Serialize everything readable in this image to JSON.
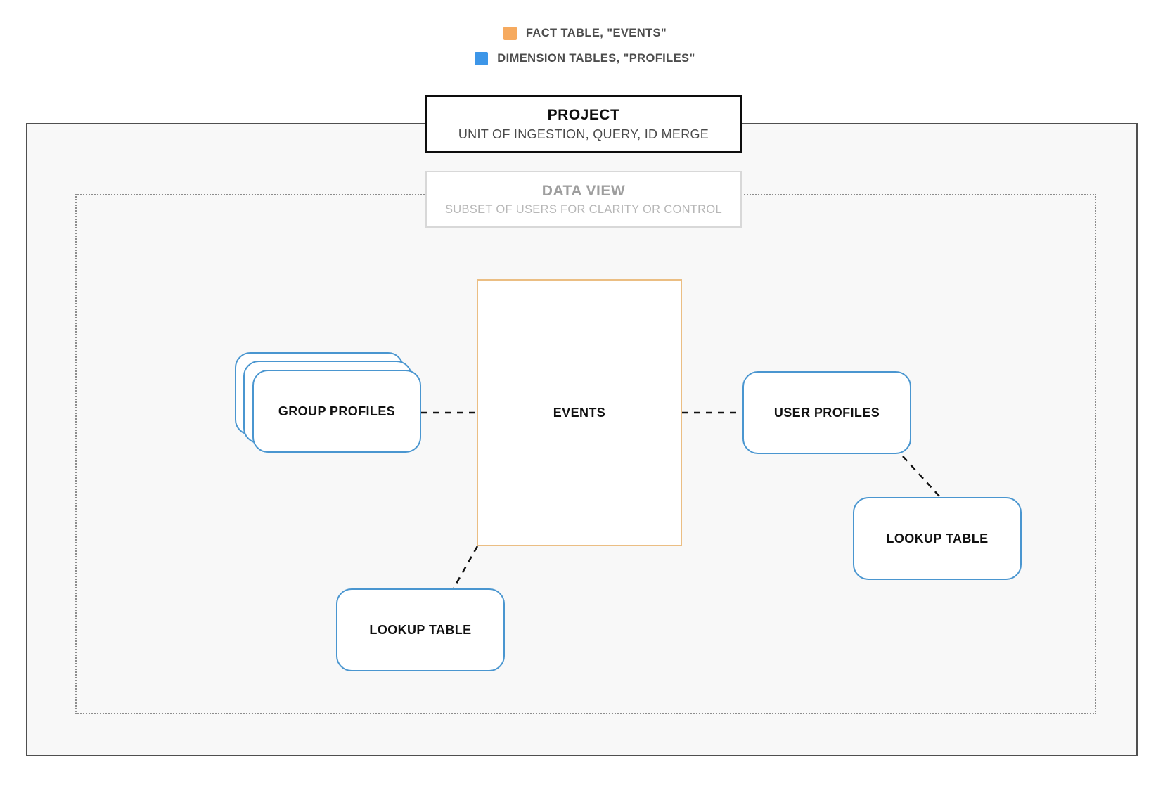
{
  "legend": {
    "items": [
      {
        "name": "fact-table",
        "label": "FACT TABLE, \"EVENTS\"",
        "color": "#F6AA5F"
      },
      {
        "name": "dimension-tables",
        "label": "DIMENSION TABLES, \"PROFILES\"",
        "color": "#3D96E8"
      }
    ]
  },
  "project": {
    "title": "PROJECT",
    "subtitle": "UNIT OF INGESTION, QUERY, ID MERGE"
  },
  "data_view": {
    "title": "DATA VIEW",
    "subtitle": "SUBSET OF USERS FOR CLARITY OR CONTROL"
  },
  "nodes": {
    "group_profiles": {
      "label": "GROUP PROFILES",
      "type": "dimension"
    },
    "events": {
      "label": "EVENTS",
      "type": "fact"
    },
    "user_profiles": {
      "label": "USER PROFILES",
      "type": "dimension"
    },
    "lookup_table_bottom": {
      "label": "LOOKUP TABLE",
      "type": "dimension"
    },
    "lookup_table_right": {
      "label": "LOOKUP TABLE",
      "type": "dimension"
    }
  },
  "colors": {
    "fact_border": "#EBBE83",
    "dimension_border": "#4A96D0",
    "project_border": "#0D0D0D",
    "boundary_border": "#4F4F4F",
    "data_view_border": "#D8D8D8",
    "connector": "#111111"
  }
}
